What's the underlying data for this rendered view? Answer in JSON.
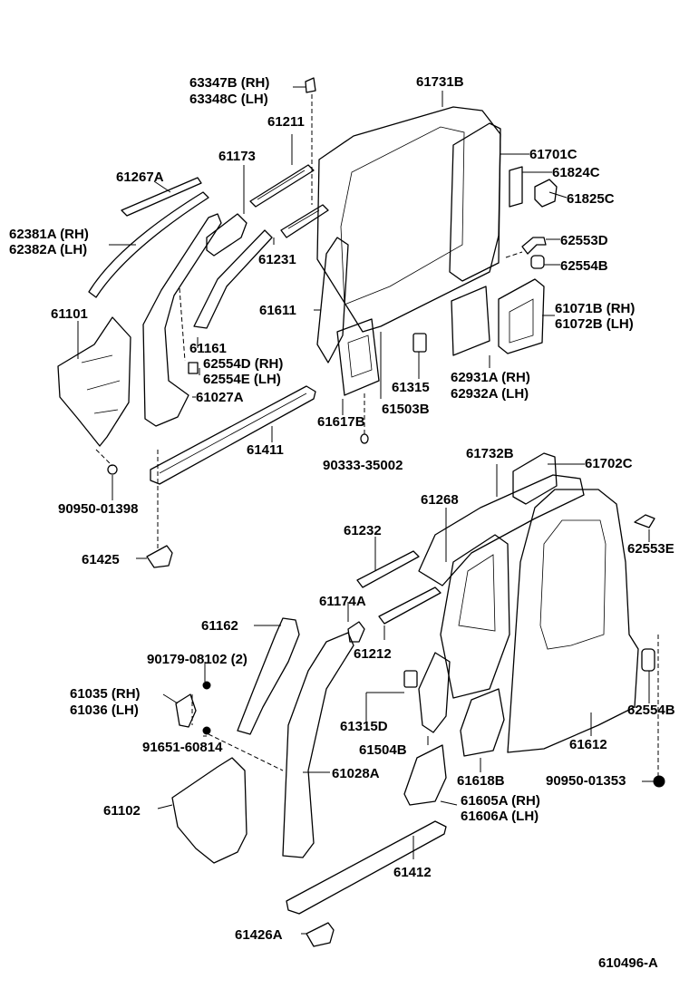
{
  "diagram": {
    "labels": {
      "p63347b": "63347B (RH)",
      "p63348c": "63348C (LH)",
      "p61731b": "61731B",
      "p61211": "61211",
      "p61173": "61173",
      "p61267a": "61267A",
      "p61701c": "61701C",
      "p61824c": "61824C",
      "p61825c": "61825C",
      "p62381a": "62381A (RH)",
      "p62382a": "62382A (LH)",
      "p61231": "61231",
      "p62553d": "62553D",
      "p62554b_top": "62554B",
      "p61101": "61101",
      "p61611": "61611",
      "p61071b": "61071B (RH)",
      "p61072b": "61072B (LH)",
      "p61161": "61161",
      "p62554d": "62554D (RH)",
      "p62554e": "62554E (LH)",
      "p62931a": "62931A (RH)",
      "p62932a": "62932A (LH)",
      "p61315": "61315",
      "p61027a": "61027A",
      "p61503b": "61503B",
      "p61617b": "61617B",
      "p61411": "61411",
      "p90333": "90333-35002",
      "p61732b": "61732B",
      "p61702c": "61702C",
      "p90950_01398": "90950-01398",
      "p61268": "61268",
      "p61232": "61232",
      "p62553e": "62553E",
      "p61425": "61425",
      "p61174a": "61174A",
      "p61162": "61162",
      "p61212": "61212",
      "p90179": "90179-08102 (2)",
      "p61035": "61035 (RH)",
      "p61036": "61036 (LH)",
      "p62554b_bot": "62554B",
      "p61315d": "61315D",
      "p61612": "61612",
      "p91651": "91651-60814",
      "p61504b": "61504B",
      "p61028a": "61028A",
      "p61618b": "61618B",
      "p90950_01353": "90950-01353",
      "p61102": "61102",
      "p61605a": "61605A (RH)",
      "p61606a": "61606A (LH)",
      "p61412": "61412",
      "p61426a": "61426A",
      "p610496a": "610496-A"
    }
  }
}
